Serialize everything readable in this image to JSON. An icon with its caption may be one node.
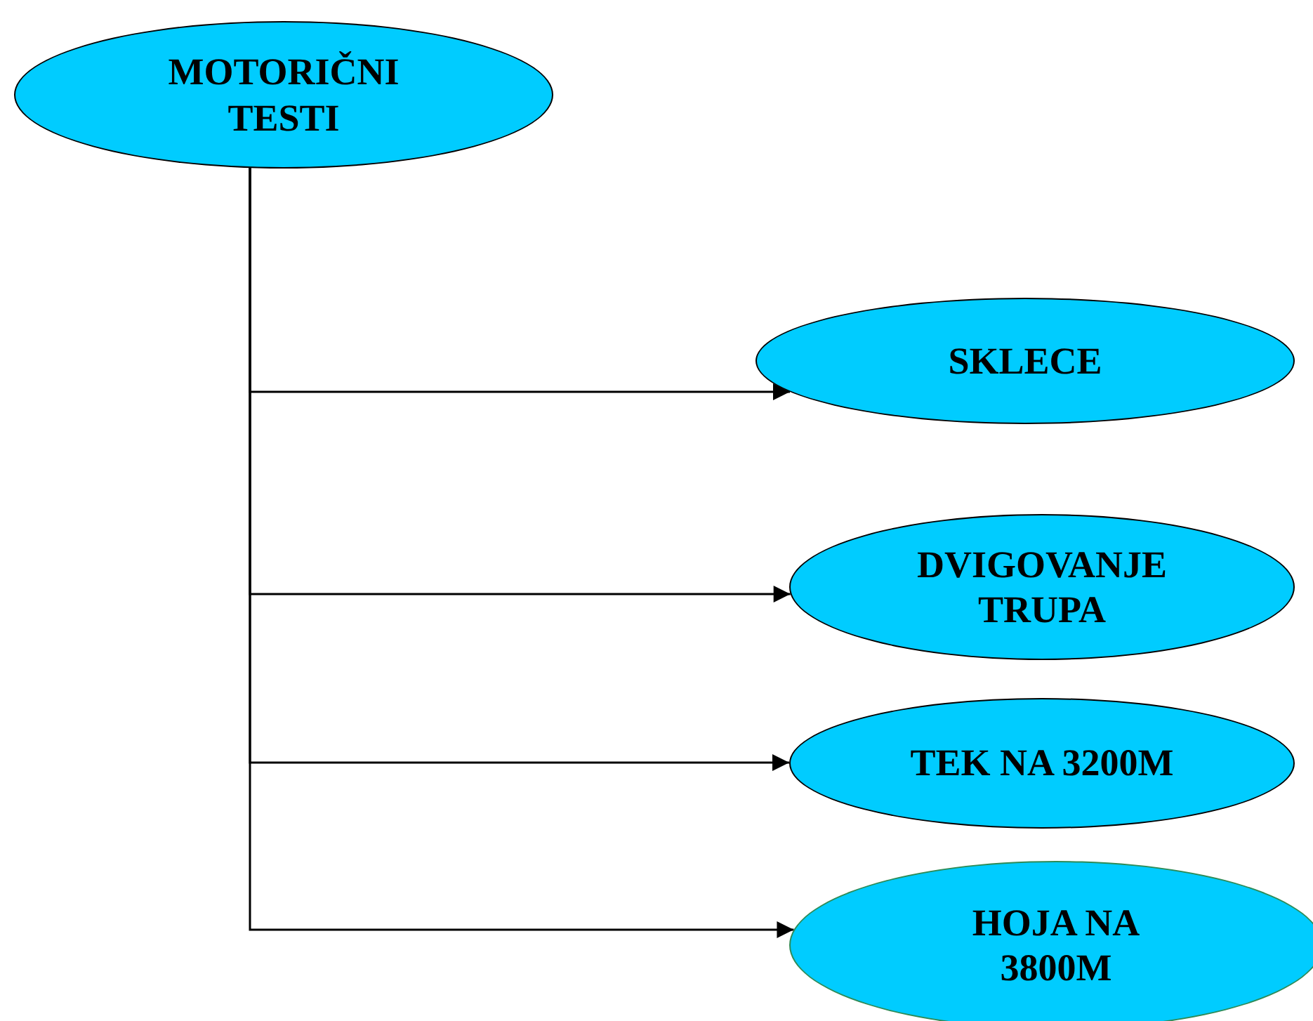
{
  "diagram": {
    "nodes": [
      {
        "text": [
          "MOTORIČNI TESTI"
        ]
      },
      {
        "text": [
          "SKLECE"
        ]
      },
      {
        "text": [
          "DVIGOVANJE TRUPA"
        ]
      },
      {
        "text": [
          "TEK NA 3200M"
        ]
      },
      {
        "text": [
          "HOJA NA 3800M"
        ]
      }
    ],
    "edges": [
      {
        "from": 0,
        "to": 1,
        "arrow": "to"
      },
      {
        "from": 0,
        "to": 2,
        "arrow": "to"
      },
      {
        "from": 0,
        "to": 3,
        "arrow": "to"
      },
      {
        "from": 0,
        "to": 4,
        "arrow": "to"
      }
    ]
  }
}
